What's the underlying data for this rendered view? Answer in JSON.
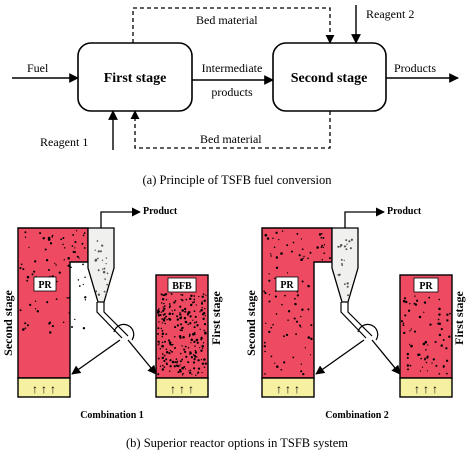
{
  "part_a": {
    "nodes": {
      "first": "First stage",
      "second": "Second stage"
    },
    "labels": {
      "fuel": "Fuel",
      "reagent1": "Reagent 1",
      "reagent2": "Reagent 2",
      "products": "Products",
      "bed_top": "Bed material",
      "bed_bottom": "Bed material",
      "intermediate_1": "Intermediate",
      "intermediate_2": "products"
    },
    "caption": "(a) Principle of TSFB fuel conversion"
  },
  "part_b": {
    "combo1": {
      "riser_label": "PR",
      "riser_side_label": "Second stage",
      "bed_label": "BFB",
      "bed_side_label": "First stage",
      "product": "Product",
      "caption": "Combination 1"
    },
    "combo2": {
      "riser_label": "PR",
      "riser_side_label": "Second stage",
      "bed_label": "PR",
      "bed_side_label": "First stage",
      "product": "Product",
      "caption": "Combination 2"
    },
    "caption": "(b) Superior reactor options in TSFB system"
  },
  "colors": {
    "bed": "#ee4a62",
    "gas_zone": "#f6f1a0",
    "outline": "#000000"
  }
}
